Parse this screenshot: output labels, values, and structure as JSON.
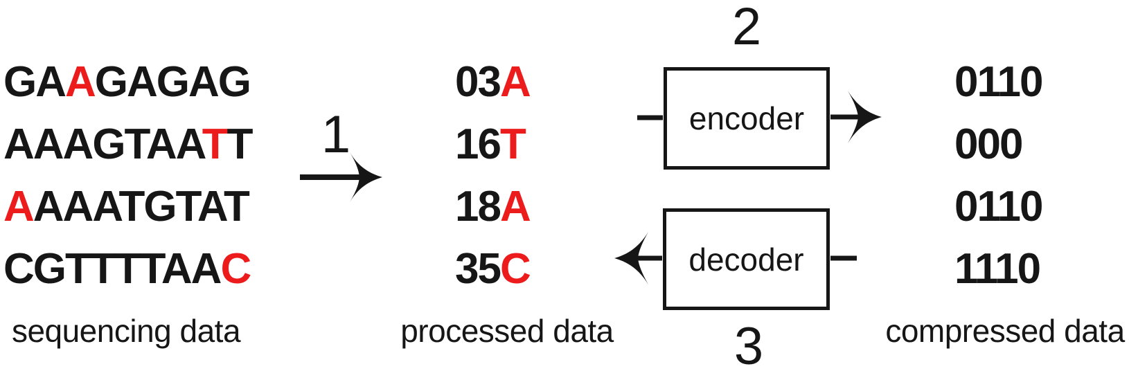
{
  "colors": {
    "highlight_red": "#ed1c1c",
    "ink_black": "#161616",
    "background": "#ffffff"
  },
  "sequencing": {
    "label": "sequencing data",
    "rows": [
      {
        "prefix": "GA",
        "highlight": "A",
        "suffix": "GAGAG"
      },
      {
        "prefix": "AAAGTAA",
        "highlight": "T",
        "suffix": "T"
      },
      {
        "prefix": "",
        "highlight": "A",
        "suffix": "AAATGTAT"
      },
      {
        "prefix": "CGTTTTAA",
        "highlight": "C",
        "suffix": ""
      }
    ]
  },
  "processed": {
    "label": "processed data",
    "rows": [
      {
        "prefix": "03",
        "highlight": "A",
        "suffix": ""
      },
      {
        "prefix": "16",
        "highlight": "T",
        "suffix": ""
      },
      {
        "prefix": "18",
        "highlight": "A",
        "suffix": ""
      },
      {
        "prefix": "35",
        "highlight": "C",
        "suffix": ""
      }
    ]
  },
  "compressed": {
    "label": "compressed data",
    "rows": [
      "0110",
      "000",
      "0110",
      "1110"
    ]
  },
  "steps": {
    "preprocess": "1",
    "encode": "2",
    "decode": "3"
  },
  "encoder": {
    "label": "encoder"
  },
  "decoder": {
    "label": "decoder"
  }
}
